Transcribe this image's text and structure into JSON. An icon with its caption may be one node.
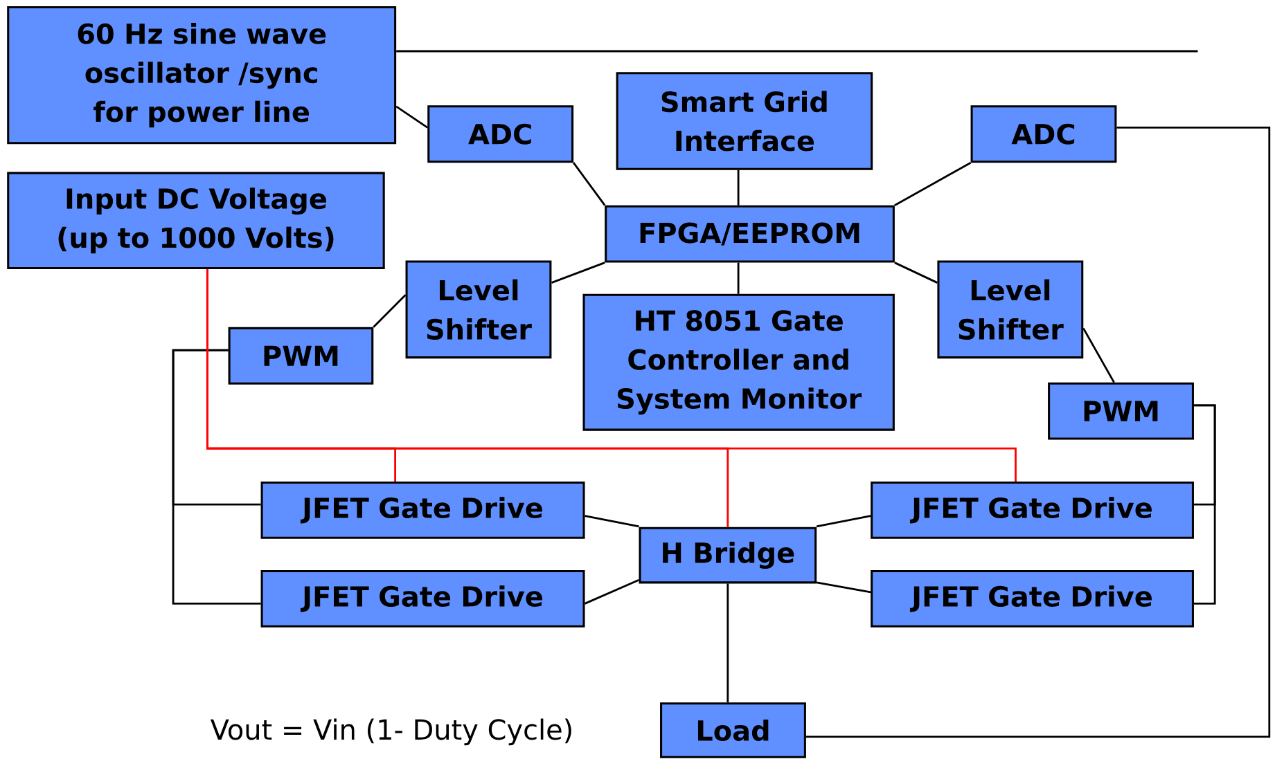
{
  "diagram": {
    "nodes": [
      {
        "text": [
          "60 Hz sine wave oscillator /sync for power line"
        ]
      },
      {
        "text": [
          "Input DC Voltage (up to 1000 Volts)"
        ]
      },
      {
        "text": [
          "ADC"
        ]
      },
      {
        "text": [
          "Smart Grid Interface"
        ]
      },
      {
        "text": [
          "ADC"
        ]
      },
      {
        "text": [
          "FPGA/EEPROM"
        ]
      },
      {
        "text": [
          "Level Shifter"
        ]
      },
      {
        "text": [
          "Level Shifter"
        ]
      },
      {
        "text": [
          "PWM"
        ]
      },
      {
        "text": [
          "HT 8051 Gate Controller and System Monitor"
        ]
      },
      {
        "text": [
          "PWM"
        ]
      },
      {
        "text": [
          "JFET Gate Drive"
        ]
      },
      {
        "text": [
          "JFET Gate Drive"
        ]
      },
      {
        "text": [
          "H Bridge"
        ]
      },
      {
        "text": [
          "JFET Gate Drive"
        ]
      },
      {
        "text": [
          "JFET Gate Drive"
        ]
      },
      {
        "text": [
          "Load"
        ]
      }
    ],
    "edges": [
      {
        "from": 0,
        "to": null,
        "arrow": "none"
      },
      {
        "from": 0,
        "to": 2,
        "arrow": "none"
      },
      {
        "from": 2,
        "to": 5,
        "arrow": "none"
      },
      {
        "from": 3,
        "to": 5,
        "arrow": "none"
      },
      {
        "from": 4,
        "to": 5,
        "arrow": "none"
      },
      {
        "from": 5,
        "to": 6,
        "arrow": "none"
      },
      {
        "from": 5,
        "to": 7,
        "arrow": "none"
      },
      {
        "from": 5,
        "to": 9,
        "arrow": "none"
      },
      {
        "from": 6,
        "to": 8,
        "arrow": "none"
      },
      {
        "from": 7,
        "to": 10,
        "arrow": "none"
      },
      {
        "from": 4,
        "to": 16,
        "arrow": "none"
      },
      {
        "from": 8,
        "to": 11,
        "arrow": "none"
      },
      {
        "from": 8,
        "to": 14,
        "arrow": "none"
      },
      {
        "from": 10,
        "to": 12,
        "arrow": "none"
      },
      {
        "from": 10,
        "to": 15,
        "arrow": "none"
      },
      {
        "from": 11,
        "to": 13,
        "arrow": "none"
      },
      {
        "from": 14,
        "to": 13,
        "arrow": "none"
      },
      {
        "from": 12,
        "to": 13,
        "arrow": "none"
      },
      {
        "from": 15,
        "to": 13,
        "arrow": "none"
      },
      {
        "from": 13,
        "to": 16,
        "arrow": "none"
      },
      {
        "from": 1,
        "to": 11,
        "arrow": "none",
        "color": "#ff0000"
      },
      {
        "from": 1,
        "to": 13,
        "arrow": "none",
        "color": "#ff0000"
      },
      {
        "from": 1,
        "to": 12,
        "arrow": "none",
        "color": "#ff0000"
      }
    ],
    "labels": [
      "Vout = Vin (1- Duty Cycle)"
    ]
  }
}
